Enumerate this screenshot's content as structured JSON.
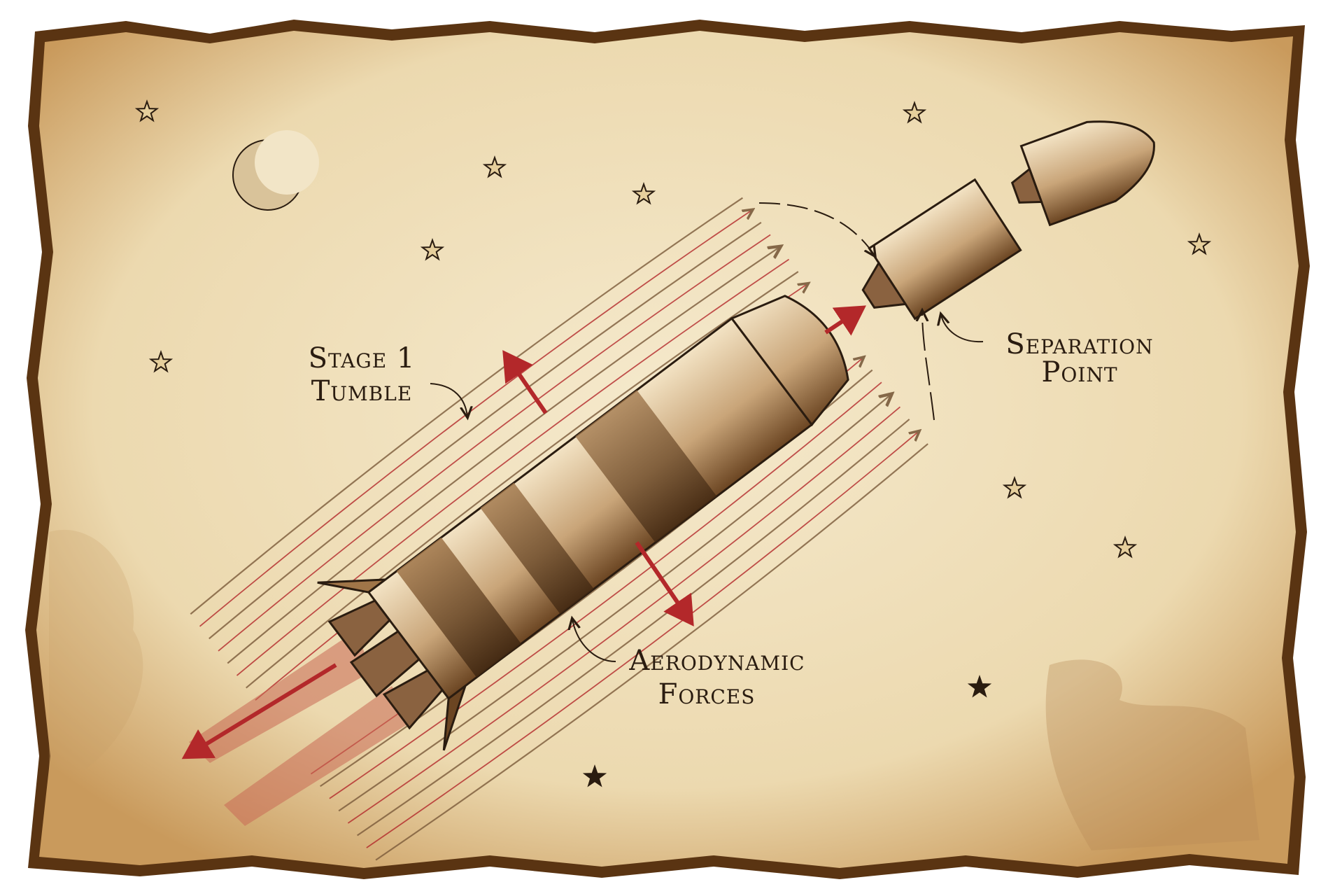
{
  "labels": {
    "stage1_line1": "Stage 1",
    "stage1_line2": "Tumble",
    "separation_line1": "Separation",
    "separation_line2": "Point",
    "aero_line1": "Aerodynamic",
    "aero_line2": "Forces"
  },
  "colors": {
    "paper": "#f1e2c0",
    "burn": "#5a3412",
    "ink": "#2a1c10",
    "red_arrow": "#b3282a",
    "flow_brown": "#7a5a3a",
    "exhaust": "#c96a55"
  }
}
